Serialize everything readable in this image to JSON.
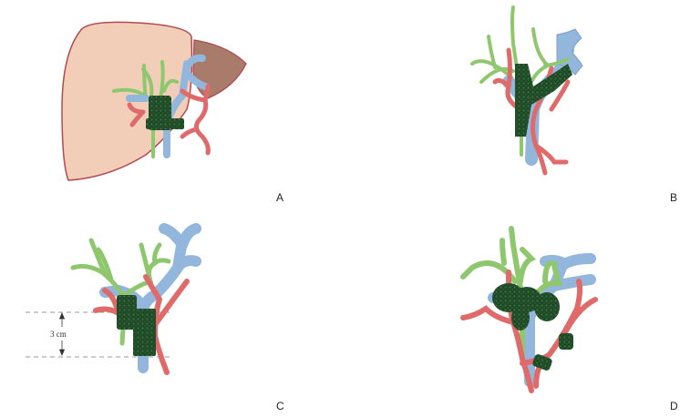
{
  "figure": {
    "panels": [
      {
        "id": "A",
        "label": "A",
        "description_icon": "liver-with-hilar-tumor"
      },
      {
        "id": "B",
        "label": "B",
        "description_icon": "hilar-vessels-tumor-extension"
      },
      {
        "id": "C",
        "label": "C",
        "description_icon": "hilar-vessels-with-measurement"
      },
      {
        "id": "D",
        "label": "D",
        "description_icon": "hilar-vessels-multifocal-tumor"
      }
    ],
    "measurement": {
      "text": "3 cm"
    },
    "colors": {
      "liver": "#f2cdb8",
      "liver_outline": "#b34a52",
      "gallbladder": "#a97b6a",
      "bile_duct": "#8fc76e",
      "portal_vein": "#92b6dc",
      "artery": "#e06a6a",
      "tumor": "#1f4a26",
      "tumor_dots": "#3c6d40"
    }
  }
}
